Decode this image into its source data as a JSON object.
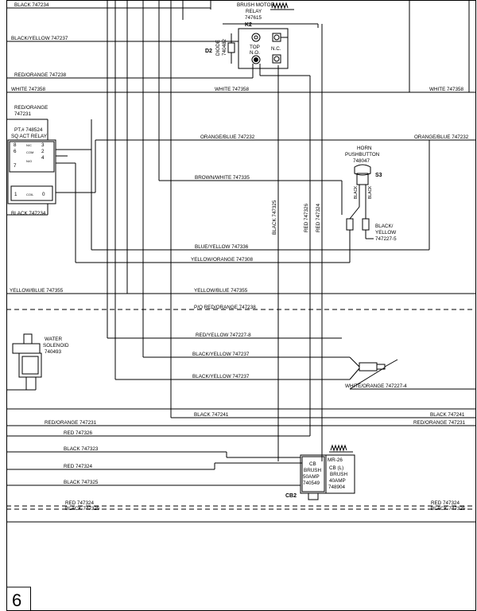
{
  "page_number": "6",
  "wires": {
    "black_747234_top": "BLACK  747234",
    "black_yellow_747237_top": "BLACK/YELLOW  747237",
    "red_orange_747238_top": "RED/ORANGE  747238",
    "white_747358_left": "WHITE  747358",
    "white_747358_mid": "WHITE  747358",
    "white_747358_right": "WHITE  747358",
    "red_orange_747231_top": "RED/ORANGE",
    "red_orange_747231_top2": "747231",
    "orange_blue_747232_mid": "ORANGE/BLUE  747232",
    "orange_blue_747232_right": "ORANGE/BLUE  747232",
    "brown_white_747335": "BROWN/WHITE  747335",
    "black_747234_mid": "BLACK  747234",
    "blue_yellow_747336": "BLUE/YELLOW  747336",
    "yellow_orange_747308": "YELLOW/ORANGE  747308",
    "yellow_blue_747355_left": "YELLOW/BLUE  747355",
    "yellow_blue_747355_mid": "YELLOW/BLUE  747355",
    "po_red_orange_747238": "P/O  RED/ORANGE  747238",
    "red_yellow_747227_8": "RED/YELLOW  747227-8",
    "black_yellow_747237_a": "BLACK/YELLOW  747237",
    "black_yellow_747237_b": "BLACK/YELLOW  747237",
    "white_orange_747227_4": "WHITE/ORANGE  747227-4",
    "black_747241_mid": "BLACK  747241",
    "black_747241_right": "BLACK  747241",
    "red_orange_747231_left": "RED/ORANGE  747231",
    "red_orange_747231_right": "RED/ORANGE  747231",
    "red_747326": "RED  747326",
    "black_747323": "BLACK  747323",
    "red_747324": "RED  747324",
    "black_747325": "BLACK  747325",
    "red_747324_bus_left": "RED  747324",
    "black_747325_bus_left": "BLACK  747325",
    "red_747324_bus_right": "RED  747324",
    "black_747325_bus_right": "BLACK  747325",
    "vert_black_747325": "BLACK  747325",
    "vert_red_747326": "RED  747326",
    "vert_red_747324": "RED  747324"
  },
  "relay_k2": {
    "title1": "BRUSH MOTOR",
    "title2": "RELAY",
    "part": "747615",
    "id": "K2",
    "top": "TOP",
    "no": "N.O.",
    "nc": "N.C."
  },
  "diode": {
    "id": "D2",
    "label1": "DIODE",
    "label2": "740482"
  },
  "sq_relay": {
    "pt": "PT.#  748524",
    "name": "SQ  ACT  RELAY",
    "p6": "6",
    "p2": "2",
    "p7": "7",
    "p4": "4",
    "no": "N/O",
    "nc": "N/C",
    "com": "COM",
    "p8": "8",
    "p3": "3",
    "p1": "1",
    "p0": "0",
    "coil": "COIL"
  },
  "horn": {
    "title1": "HORN",
    "title2": "PUSHBUTTON",
    "part": "748047",
    "id": "S3",
    "wire_black": "BLACK",
    "wire_black2": "BLACK",
    "wire_by1": "BLACK/",
    "wire_by2": "YELLOW",
    "wire_by3": "747227-5"
  },
  "solenoid": {
    "title1": "WATER",
    "title2": "SOLENOID",
    "part": "740493"
  },
  "cb_brush_50": {
    "l1": "CB",
    "l2": "BRUSH",
    "l3": "50AMP",
    "l4": "740549",
    "id": "CB2"
  },
  "cb_brush_40": {
    "l0": "MR-26",
    "l1": "CB (L)",
    "l2": "BRUSH",
    "l3": "40AMP",
    "l4": "748904"
  }
}
